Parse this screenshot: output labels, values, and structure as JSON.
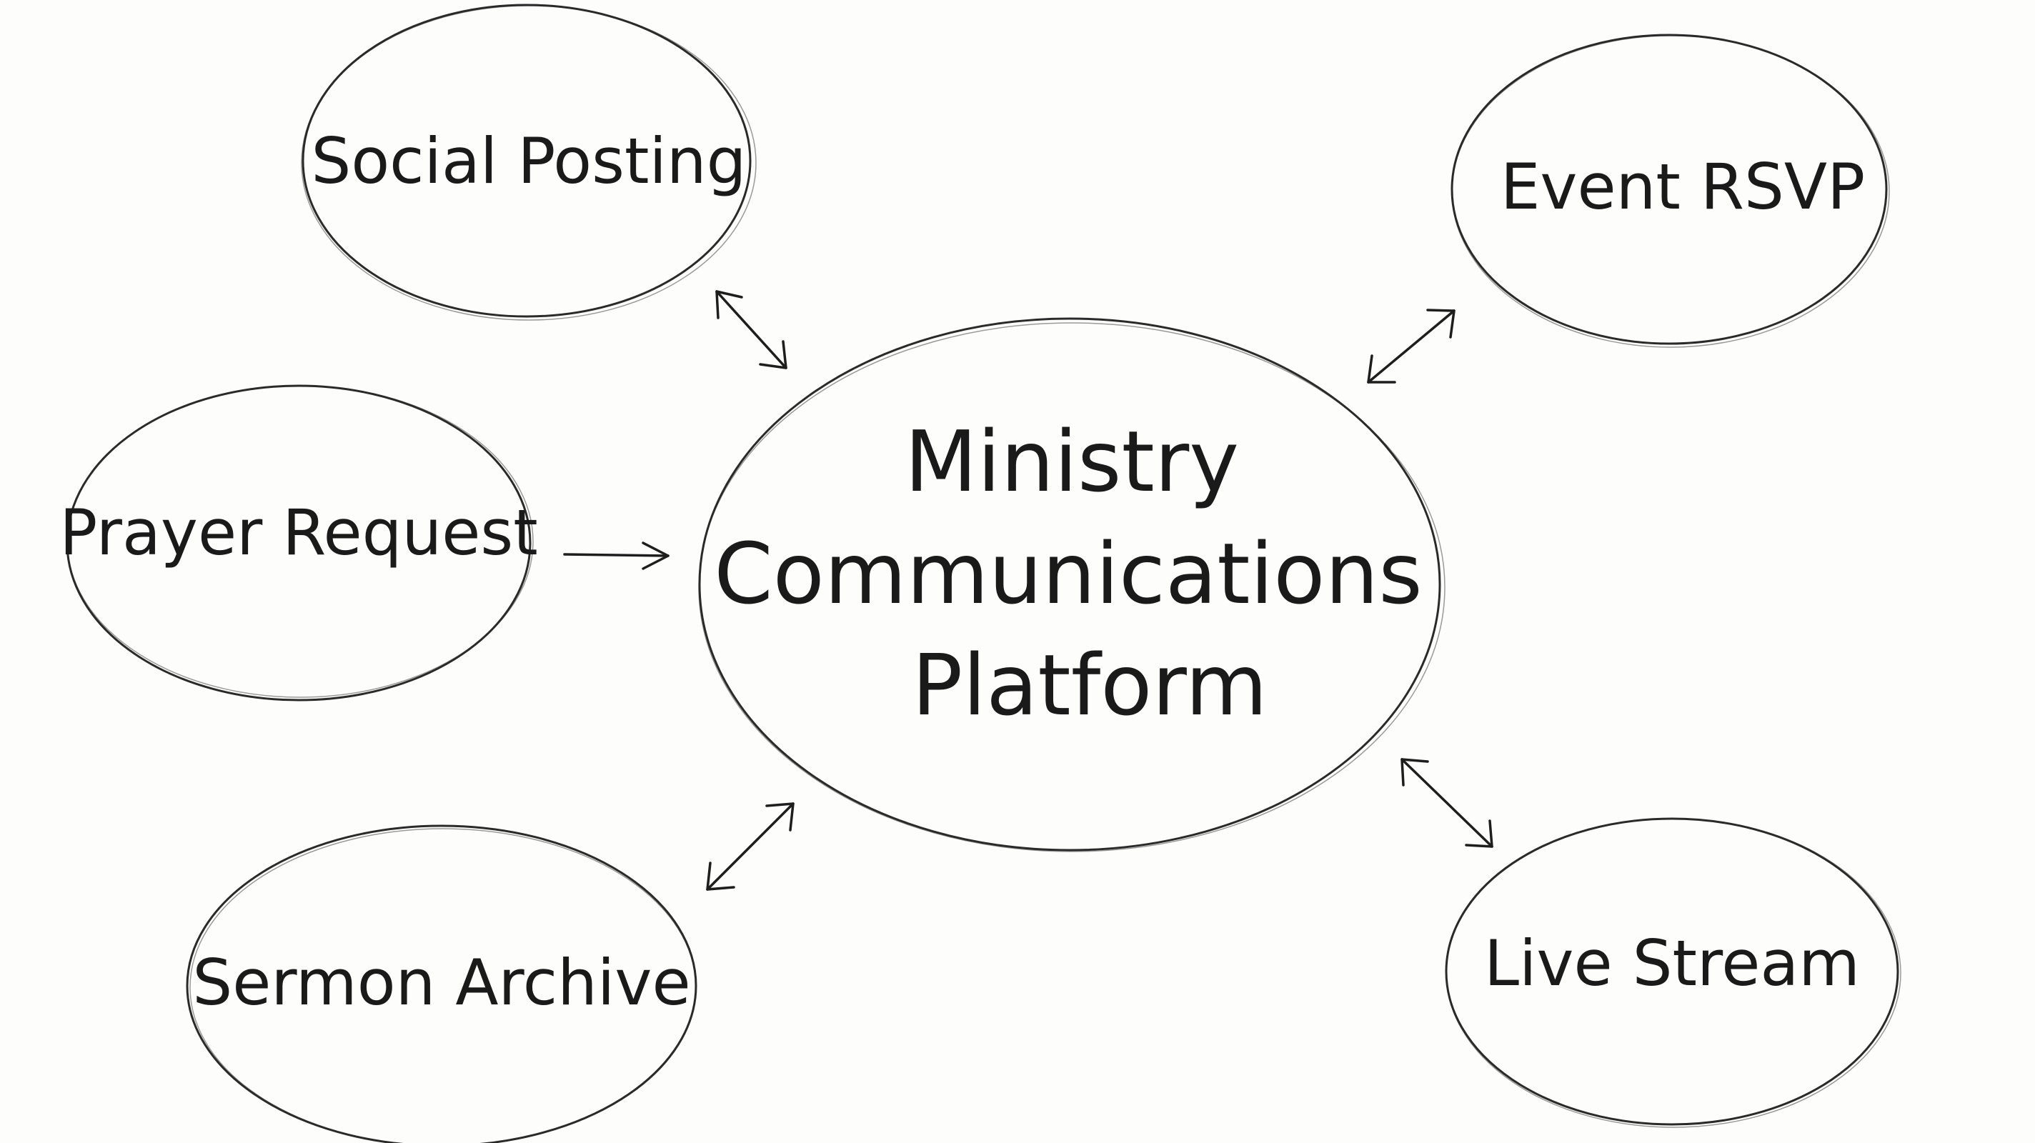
{
  "diagram": {
    "center": {
      "id": "center",
      "label_lines": [
        "Ministry",
        "Communications",
        "Platform"
      ]
    },
    "nodes": [
      {
        "id": "social",
        "label": "Social Posting"
      },
      {
        "id": "event",
        "label": "Event RSVP"
      },
      {
        "id": "prayer",
        "label": "Prayer Request"
      },
      {
        "id": "sermon",
        "label": "Sermon Archive"
      },
      {
        "id": "live",
        "label": "Live Stream"
      }
    ],
    "edges": [
      {
        "from": "social",
        "to": "center",
        "direction": "both"
      },
      {
        "from": "event",
        "to": "center",
        "direction": "both"
      },
      {
        "from": "prayer",
        "to": "center",
        "direction": "forward"
      },
      {
        "from": "sermon",
        "to": "center",
        "direction": "both"
      },
      {
        "from": "live",
        "to": "center",
        "direction": "both"
      }
    ]
  },
  "style": {
    "ink_color": "#1e1e1e",
    "paper_color": "#fdfdfc"
  }
}
